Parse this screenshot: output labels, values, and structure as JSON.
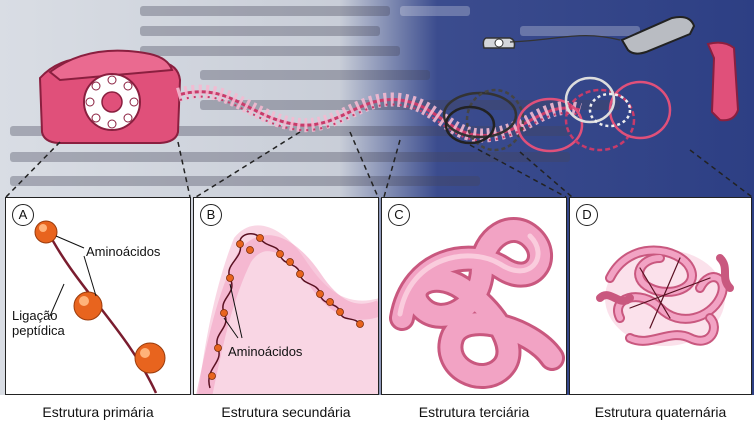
{
  "panels": [
    {
      "letter": "A",
      "caption": "Estrutura primária"
    },
    {
      "letter": "B",
      "caption": "Estrutura secundária"
    },
    {
      "letter": "C",
      "caption": "Estrutura terciária"
    },
    {
      "letter": "D",
      "caption": "Estrutura quaternária"
    }
  ],
  "labels": {
    "aminoacidos_a": "Aminoácidos",
    "ligacao_line1": "Ligação",
    "ligacao_line2": "peptídica",
    "aminoacidos_b": "Aminoácidos"
  },
  "colors": {
    "phone_pink": "#e0507a",
    "phone_gray": "#b9bcc2",
    "bead_orange": "#e8641e",
    "tube_pink": "#f2a3c4",
    "background_blue": "#2d3f84"
  },
  "icons": [
    "rotary-phone-icon",
    "phone-handset-icon",
    "coiled-cord-icon"
  ]
}
